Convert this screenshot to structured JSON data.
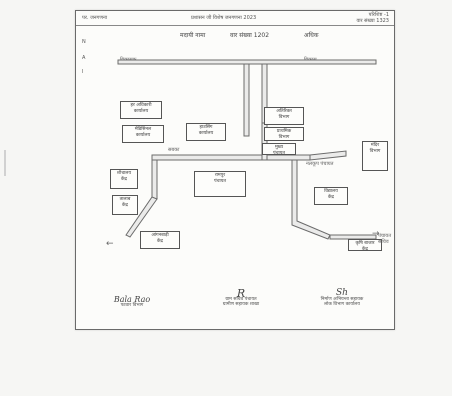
{
  "header": {
    "left": "पर. जनगणना",
    "center": "प्रशासन जी विशेष जनगणना 2023",
    "right_top": "परिशिष्ट -1",
    "right_bottom": "वार संख्या 1323"
  },
  "subheader": {
    "village": "मदायी नामा",
    "ward": "वार संख्या 1202",
    "sign": "अधिक"
  },
  "side_marks": [
    "N",
    "A",
    "I"
  ],
  "top_scribble_left": "विकासक",
  "top_scribble_right": "विकास",
  "boxes": {
    "b1": "हर अधिकारी\nकार्यालय",
    "b2": "मेडिसिनल\nकार्यालय",
    "b3": "हाउसिंग\nकार्यालय",
    "b4": "अतिरिक्त\nविभाग",
    "b5": "प्राथमिक\nविभाग",
    "b6": "मुख्य\nपंचायत",
    "b7": "मंदिर\nविभाग",
    "b8": "शौचालय\nकेंद्र",
    "b9": "तालाब\nकेंद्र",
    "b10": "रामपुर\nपंचायत",
    "b11": "विद्यालय\nकेंद्र",
    "b12": "आंगनबाड़ी\nकेंद्र",
    "b13": "कृषि बाजार\nकेंद्र",
    "b14": "सबका",
    "b15": "नलकूप\nपंचायत",
    "b16": "पंचायत\nसचिव"
  },
  "arrows": {
    "left": "←",
    "right": "→"
  },
  "signatures": [
    {
      "sig": "Bala Rao",
      "title": "पटवार विभाग"
    },
    {
      "sig": "R",
      "title": "ग्राम सचिव पंचायत\nग्रामीण सहायक शाखा"
    },
    {
      "sig": "Sh",
      "title": "निर्माण अभियन्ता सहायक\nलोक विभाग कार्यालय"
    }
  ]
}
